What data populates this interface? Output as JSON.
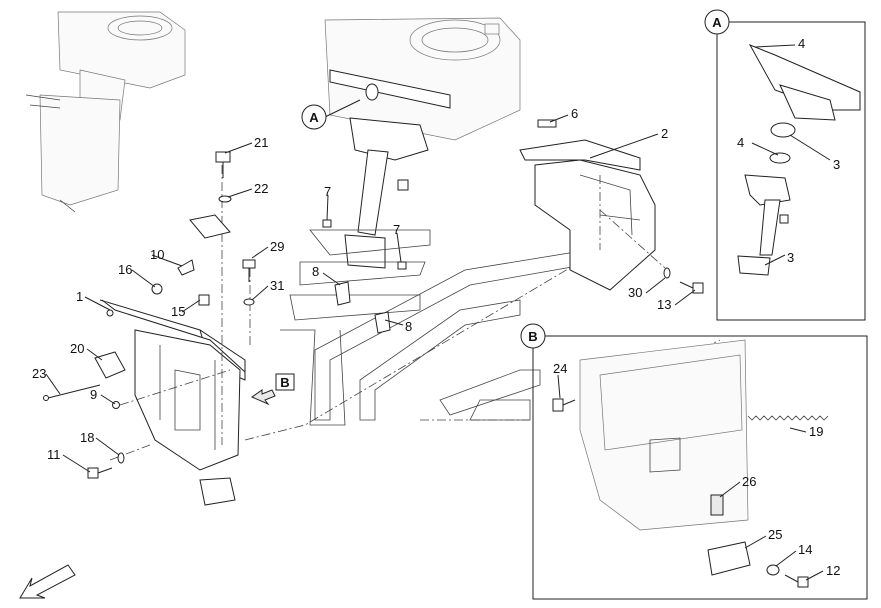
{
  "callouts": {
    "detail_a": "A",
    "detail_b": "B",
    "view_b": "B"
  },
  "parts": {
    "p1": "1",
    "p2": "2",
    "p3a": "3",
    "p3b": "3",
    "p4a": "4",
    "p4b": "4",
    "p6": "6",
    "p7a": "7",
    "p7b": "7",
    "p8a": "8",
    "p8b": "8",
    "p9": "9",
    "p10": "10",
    "p11": "11",
    "p12": "12",
    "p13": "13",
    "p14": "14",
    "p15": "15",
    "p16": "16",
    "p18": "18",
    "p19": "19",
    "p20": "20",
    "p21": "21",
    "p22": "22",
    "p23": "23",
    "p24": "24",
    "p25": "25",
    "p26": "26",
    "p29": "29",
    "p30": "30",
    "p31": "31"
  }
}
